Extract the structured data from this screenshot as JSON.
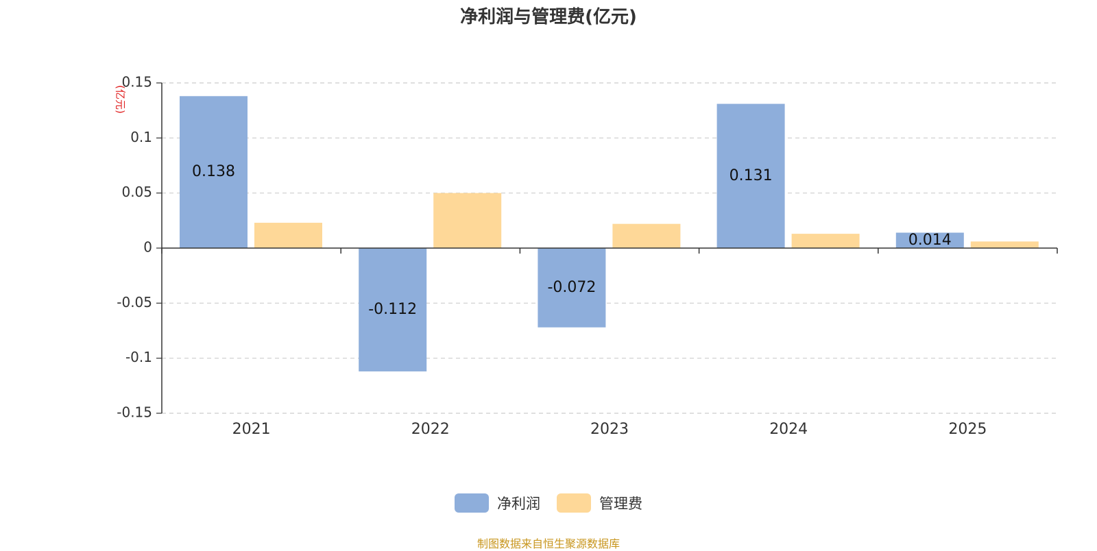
{
  "chart_data": {
    "type": "bar",
    "title": "净利润与管理费(亿元)",
    "ylabel": "(亿元)",
    "xlabel": "",
    "categories": [
      "2021",
      "2022",
      "2023",
      "2024",
      "2025"
    ],
    "ylim": [
      -0.15,
      0.15
    ],
    "yticks": [
      0.15,
      0.1,
      0.05,
      0,
      -0.05,
      -0.1,
      -0.15
    ],
    "ytick_labels": [
      "0.15",
      "0.1",
      "0.05",
      "0",
      "-0.05",
      "-0.1",
      "-0.15"
    ],
    "grid": true,
    "legend_position": "bottom",
    "series": [
      {
        "name": "净利润",
        "values": [
          0.138,
          -0.112,
          -0.072,
          0.131,
          0.014
        ],
        "labels": [
          "0.138",
          "-0.112",
          "-0.072",
          "0.131",
          "0.014"
        ],
        "color": "#8eaedb"
      },
      {
        "name": "管理费",
        "values": [
          0.023,
          0.05,
          0.022,
          0.013,
          0.006
        ],
        "color": "#fed898"
      }
    ]
  },
  "source_note": "制图数据来自恒生聚源数据库"
}
